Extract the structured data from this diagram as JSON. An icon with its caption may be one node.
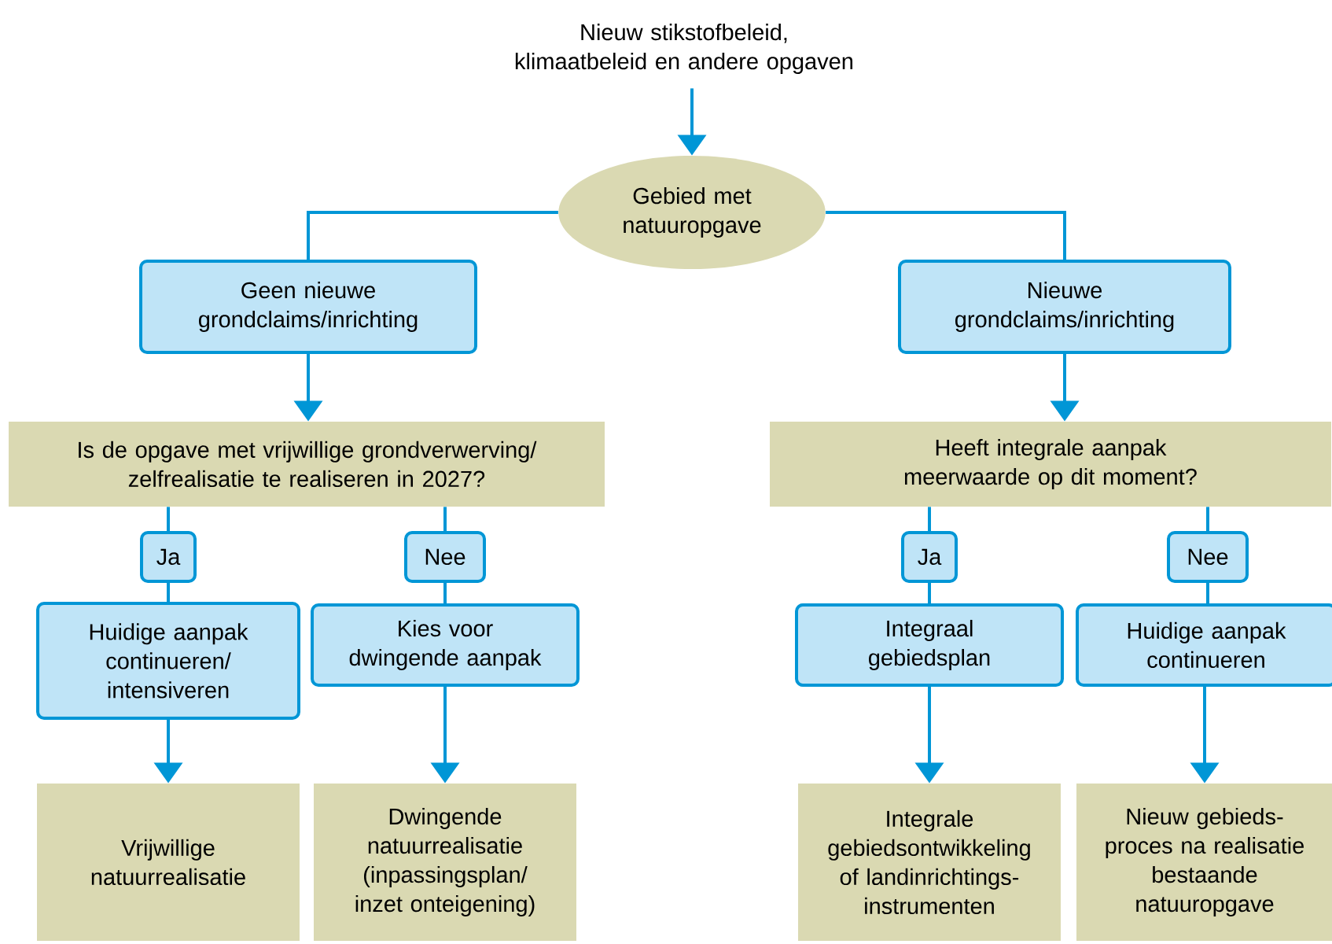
{
  "diagram": {
    "nodes": [
      {
        "text": [
          "Nieuw stikstofbeleid, klimaatbeleid en andere opgaven"
        ]
      },
      {
        "text": [
          "Gebied met natuuropgave"
        ]
      },
      {
        "text": [
          "Geen nieuwe grondclaims/inrichting"
        ]
      },
      {
        "text": [
          "Nieuwe grondclaims/inrichting"
        ]
      },
      {
        "text": [
          "Is de opgave met vrijwillige grondverwerving/ zelfrealisatie te realiseren in 2027?"
        ]
      },
      {
        "text": [
          "Heeft integrale aanpak meerwaarde op dit moment?"
        ]
      },
      {
        "text": [
          "Ja"
        ]
      },
      {
        "text": [
          "Nee"
        ]
      },
      {
        "text": [
          "Ja"
        ]
      },
      {
        "text": [
          "Nee"
        ]
      },
      {
        "text": [
          "Huidige aanpak continueren/ intensiveren"
        ]
      },
      {
        "text": [
          "Kies voor dwingende aanpak"
        ]
      },
      {
        "text": [
          "Integraal gebiedsplan"
        ]
      },
      {
        "text": [
          "Huidige aanpak continueren"
        ]
      },
      {
        "text": [
          "Vrijwillige natuurrealisatie"
        ]
      },
      {
        "text": [
          "Dwingende natuurrealisatie (inpassingsplan/ inzet onteigening)"
        ]
      },
      {
        "text": [
          "Integrale gebiedsontwikkeling of landinrichtings- instrumenten"
        ]
      },
      {
        "text": [
          "Nieuw gebieds- proces na realisatie bestaande natuuropgave"
        ]
      }
    ],
    "edges": [
      {
        "from": 0,
        "to": 1,
        "arrow": "to"
      },
      {
        "from": 1,
        "to": 2,
        "arrow": "none"
      },
      {
        "from": 1,
        "to": 3,
        "arrow": "none"
      },
      {
        "from": 2,
        "to": 4,
        "arrow": "to"
      },
      {
        "from": 3,
        "to": 5,
        "arrow": "to"
      },
      {
        "from": 4,
        "to": 6,
        "arrow": "none"
      },
      {
        "from": 4,
        "to": 7,
        "arrow": "none"
      },
      {
        "from": 5,
        "to": 8,
        "arrow": "none"
      },
      {
        "from": 5,
        "to": 9,
        "arrow": "none"
      },
      {
        "from": 6,
        "to": 10,
        "arrow": "none"
      },
      {
        "from": 7,
        "to": 11,
        "arrow": "none"
      },
      {
        "from": 8,
        "to": 12,
        "arrow": "none"
      },
      {
        "from": 9,
        "to": 13,
        "arrow": "none"
      },
      {
        "from": 10,
        "to": 14,
        "arrow": "to"
      },
      {
        "from": 11,
        "to": 15,
        "arrow": "to"
      },
      {
        "from": 12,
        "to": 16,
        "arrow": "to"
      },
      {
        "from": 13,
        "to": 17,
        "arrow": "to"
      }
    ]
  }
}
